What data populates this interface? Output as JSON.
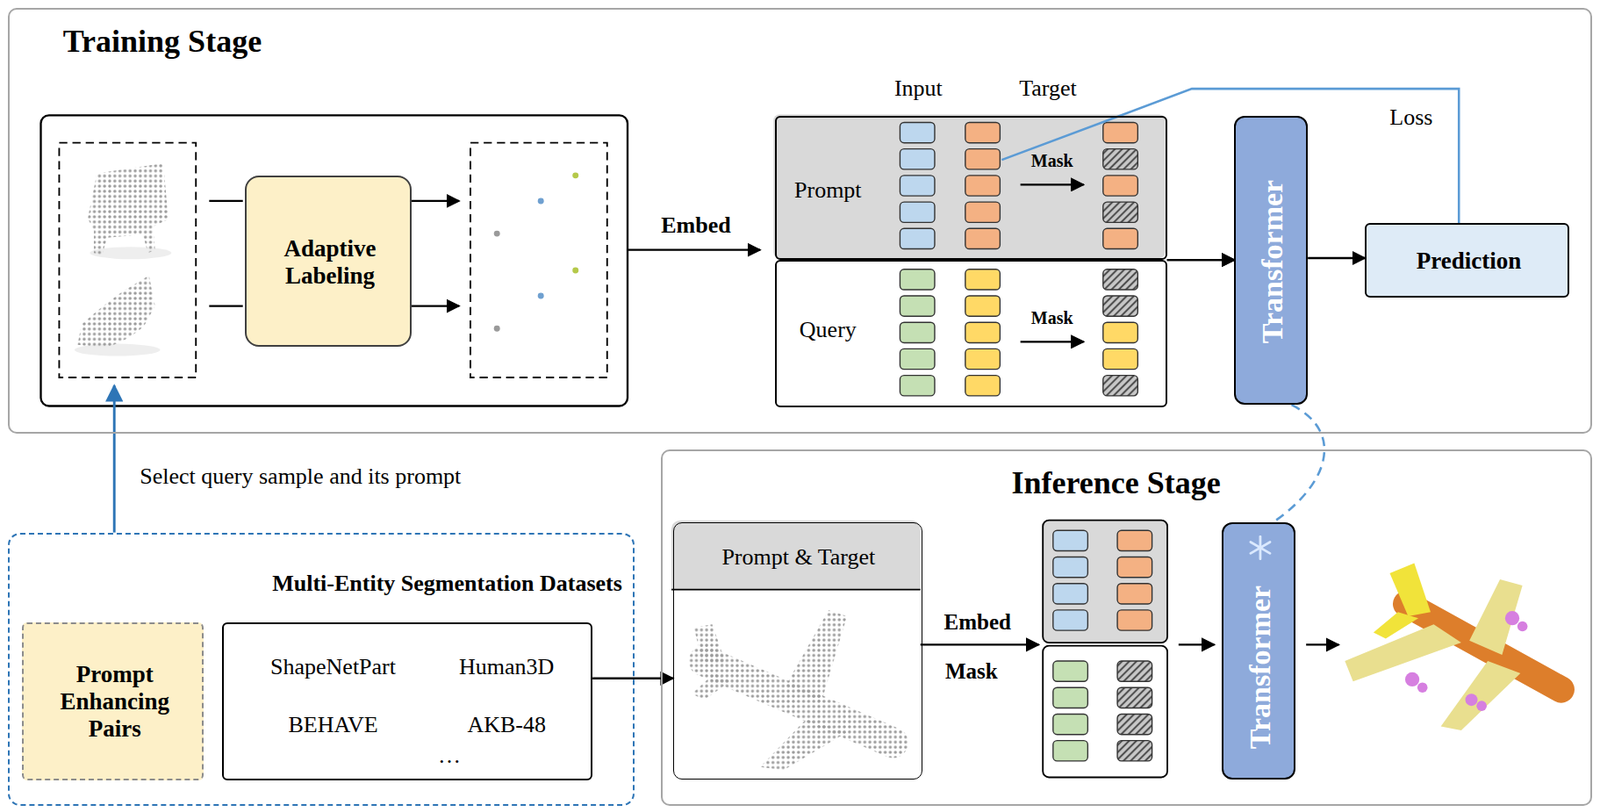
{
  "diagram": {
    "nodes": [
      {
        "text": [
          "Training Stage"
        ]
      },
      {
        "text": [
          "Adaptive Labeling"
        ],
        "in": 0
      },
      {
        "text": [
          "Prompt"
        ],
        "in": 0
      },
      {
        "text": [
          "Query"
        ],
        "in": 0
      },
      {
        "text": [
          "Transformer"
        ],
        "in": 0
      },
      {
        "text": [
          "Prediction"
        ],
        "in": 0
      },
      {
        "text": [
          "Multi-Entity Segmentation Datasets"
        ]
      },
      {
        "text": [
          "Prompt Enhancing Pairs"
        ],
        "in": 6
      },
      {
        "text": [
          "ShapeNetPart",
          "Human3D",
          "BEHAVE",
          "AKB-48",
          "…"
        ],
        "in": 6
      },
      {
        "text": [
          "Inference Stage"
        ]
      },
      {
        "text": [
          "Prompt & Target"
        ],
        "in": 9
      },
      {
        "text": [
          "Transformer"
        ],
        "in": 9
      }
    ],
    "edges": [
      {
        "from": 2,
        "to": 4,
        "arrow": "to"
      },
      {
        "from": 3,
        "to": 4,
        "arrow": "to"
      },
      {
        "from": 4,
        "to": 5,
        "arrow": "to"
      },
      {
        "from": 5,
        "to": 2,
        "label": "Loss",
        "arrow": "none"
      },
      {
        "from": 4,
        "to": 11,
        "arrow": "none"
      },
      {
        "from": 8,
        "to": 10,
        "arrow": "to"
      }
    ],
    "labels": [
      "Input",
      "Target",
      "Embed",
      "Mask",
      "Mask",
      "Select query sample and its prompt",
      "Embed",
      "Mask"
    ]
  }
}
